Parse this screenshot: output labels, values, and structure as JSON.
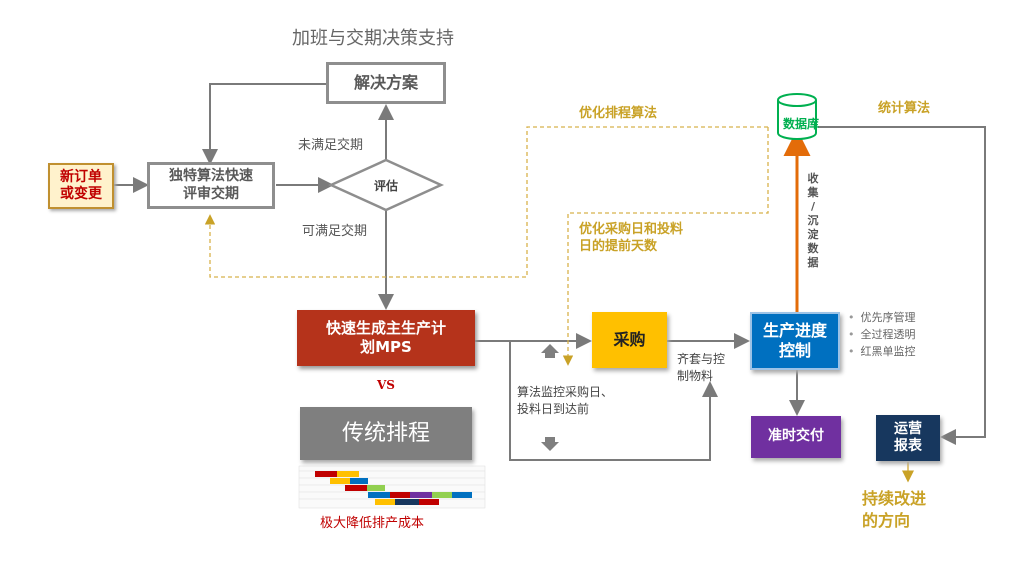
{
  "top_caption": "加班与交期决策支持",
  "solution_box": "解决方案",
  "new_order_box": "新订单\n或变更",
  "review_box": "独特算法快速\n评审交期",
  "evaluate_diamond": "评估",
  "label_not_met": "未满足交期",
  "label_can_meet": "可满足交期",
  "mps_box": "快速生成主生产计\n划MPS",
  "vs_text": "VS",
  "traditional_box": "传统排程",
  "cost_caption": "极大降低排产成本",
  "purchase_box": "采购",
  "progress_box": "生产进度\n控制",
  "ontime_box": "准时交付",
  "ops_box": "运营\n报表",
  "database_label": "数据库",
  "label_optimize_scheduling": "优化排程算法",
  "label_optimize_purchase": "优化采购日和投料\n日的提前天数",
  "label_stats": "统计算法",
  "label_collect": "收\n集\n/\n沉\n淀\n数\n据",
  "label_monitor": "算法监控采购日、\n投料日到达前",
  "label_kitting": "齐套与控\n制物料",
  "label_improve": "持续改进\n的方向",
  "bullets": [
    "优先序管理",
    "全过程透明",
    "红黑单监控"
  ],
  "colors": {
    "mps": "#b5331b",
    "traditional": "#7f7f7f",
    "purchase": "#ffc000",
    "progress": "#0070c0",
    "ontime": "#7030a0",
    "ops": "#17375e",
    "gold": "#c9a227",
    "database": "#00b050",
    "collect_arrow": "#e36c09",
    "new_order_fill": "#fff2cc",
    "new_order_text": "#c00000"
  }
}
